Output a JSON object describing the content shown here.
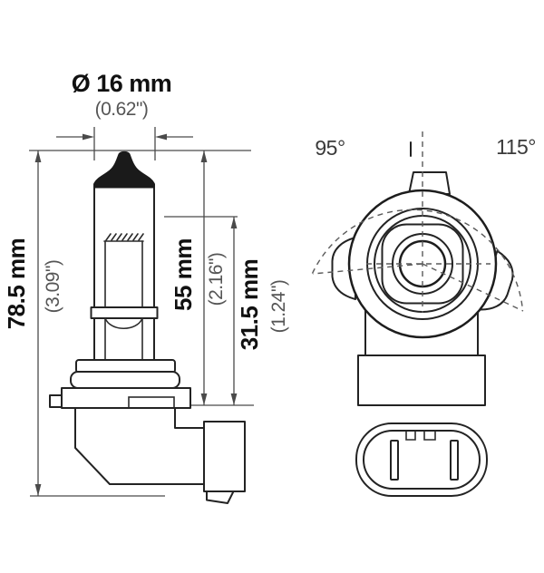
{
  "side_view": {
    "diameter_mm": "Ø 16 mm",
    "diameter_in": "(0.62\")",
    "overall_length_mm": "78.5 mm",
    "overall_length_in": "(3.09\")",
    "base_to_tip_mm": "55 mm",
    "base_to_tip_in": "(2.16\")",
    "base_to_shoulder_mm": "31.5 mm",
    "base_to_shoulder_in": "(1.24\")"
  },
  "front_view": {
    "left_angle": "95°",
    "right_angle": "115°"
  },
  "colors": {
    "background": "#ffffff",
    "line_art": "#232323",
    "dimension_lines": "#4a4a4a",
    "dashed_lines": "#5a5a5a",
    "label_primary": "#111111",
    "label_secondary": "#555555"
  }
}
